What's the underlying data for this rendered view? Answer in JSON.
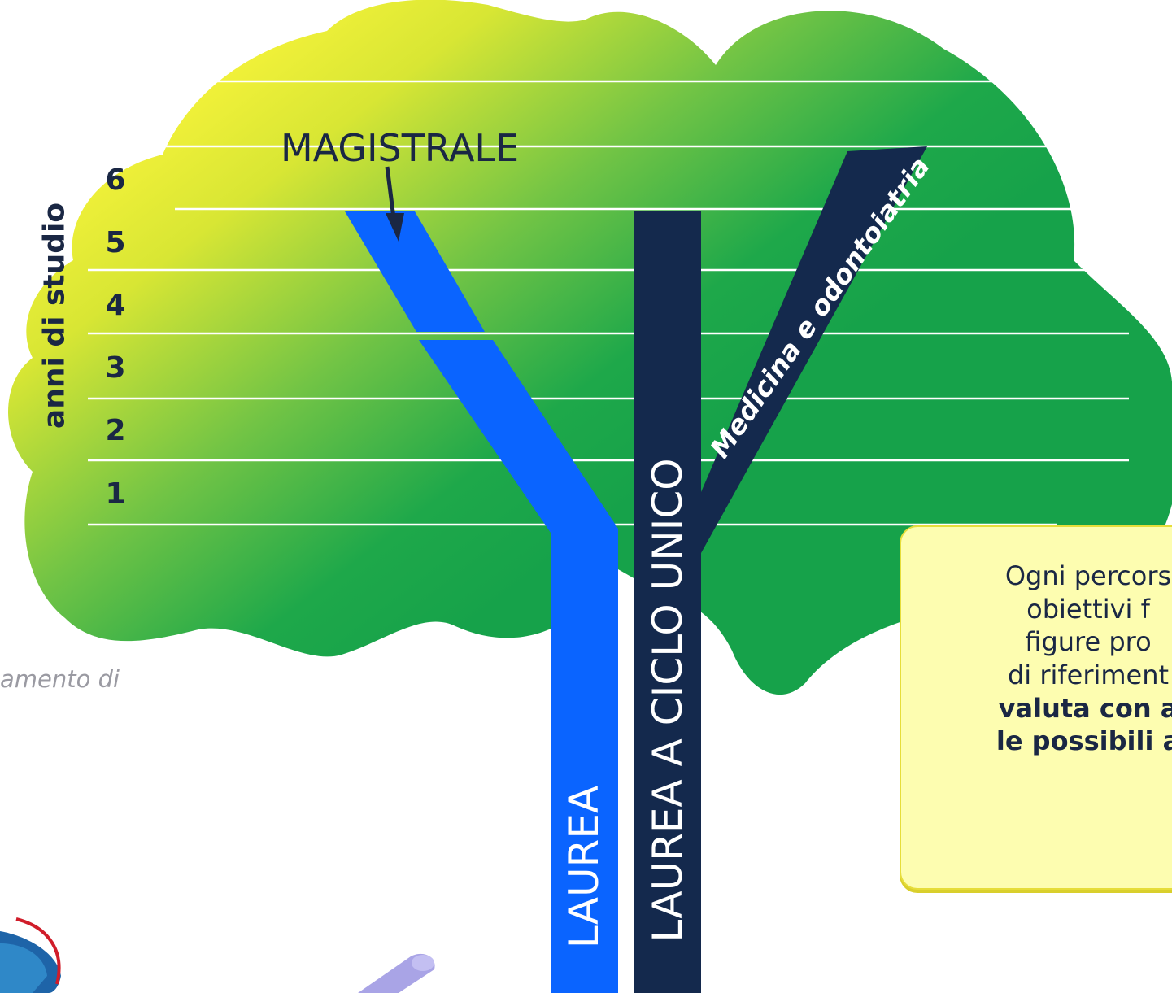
{
  "diagram": {
    "y_axis_label": "anni di studio",
    "year_ticks": [
      "1",
      "2",
      "3",
      "4",
      "5",
      "6"
    ],
    "magistrale_label": "MAGISTRALE",
    "laurea_label": "LAUREA",
    "ciclo_unico_label": "LAUREA A CICLO UNICO",
    "medicina_label": "Medicina e odontoiatria"
  },
  "callout": {
    "lines": [
      "Ogni percors",
      "obiettivi f",
      "figure pro",
      "di riferiment",
      "valuta con a",
      "le possibili a"
    ]
  },
  "footer": {
    "partial_text": "amento di"
  },
  "colors": {
    "laurea_branch": "#0a64ff",
    "ciclo_unico_trunk": "#14294d",
    "canopy_green": "#1aa84a",
    "canopy_yellow": "#f4f23a",
    "callout_fill": "#fdfdb0",
    "label_text": "#1a2744"
  }
}
